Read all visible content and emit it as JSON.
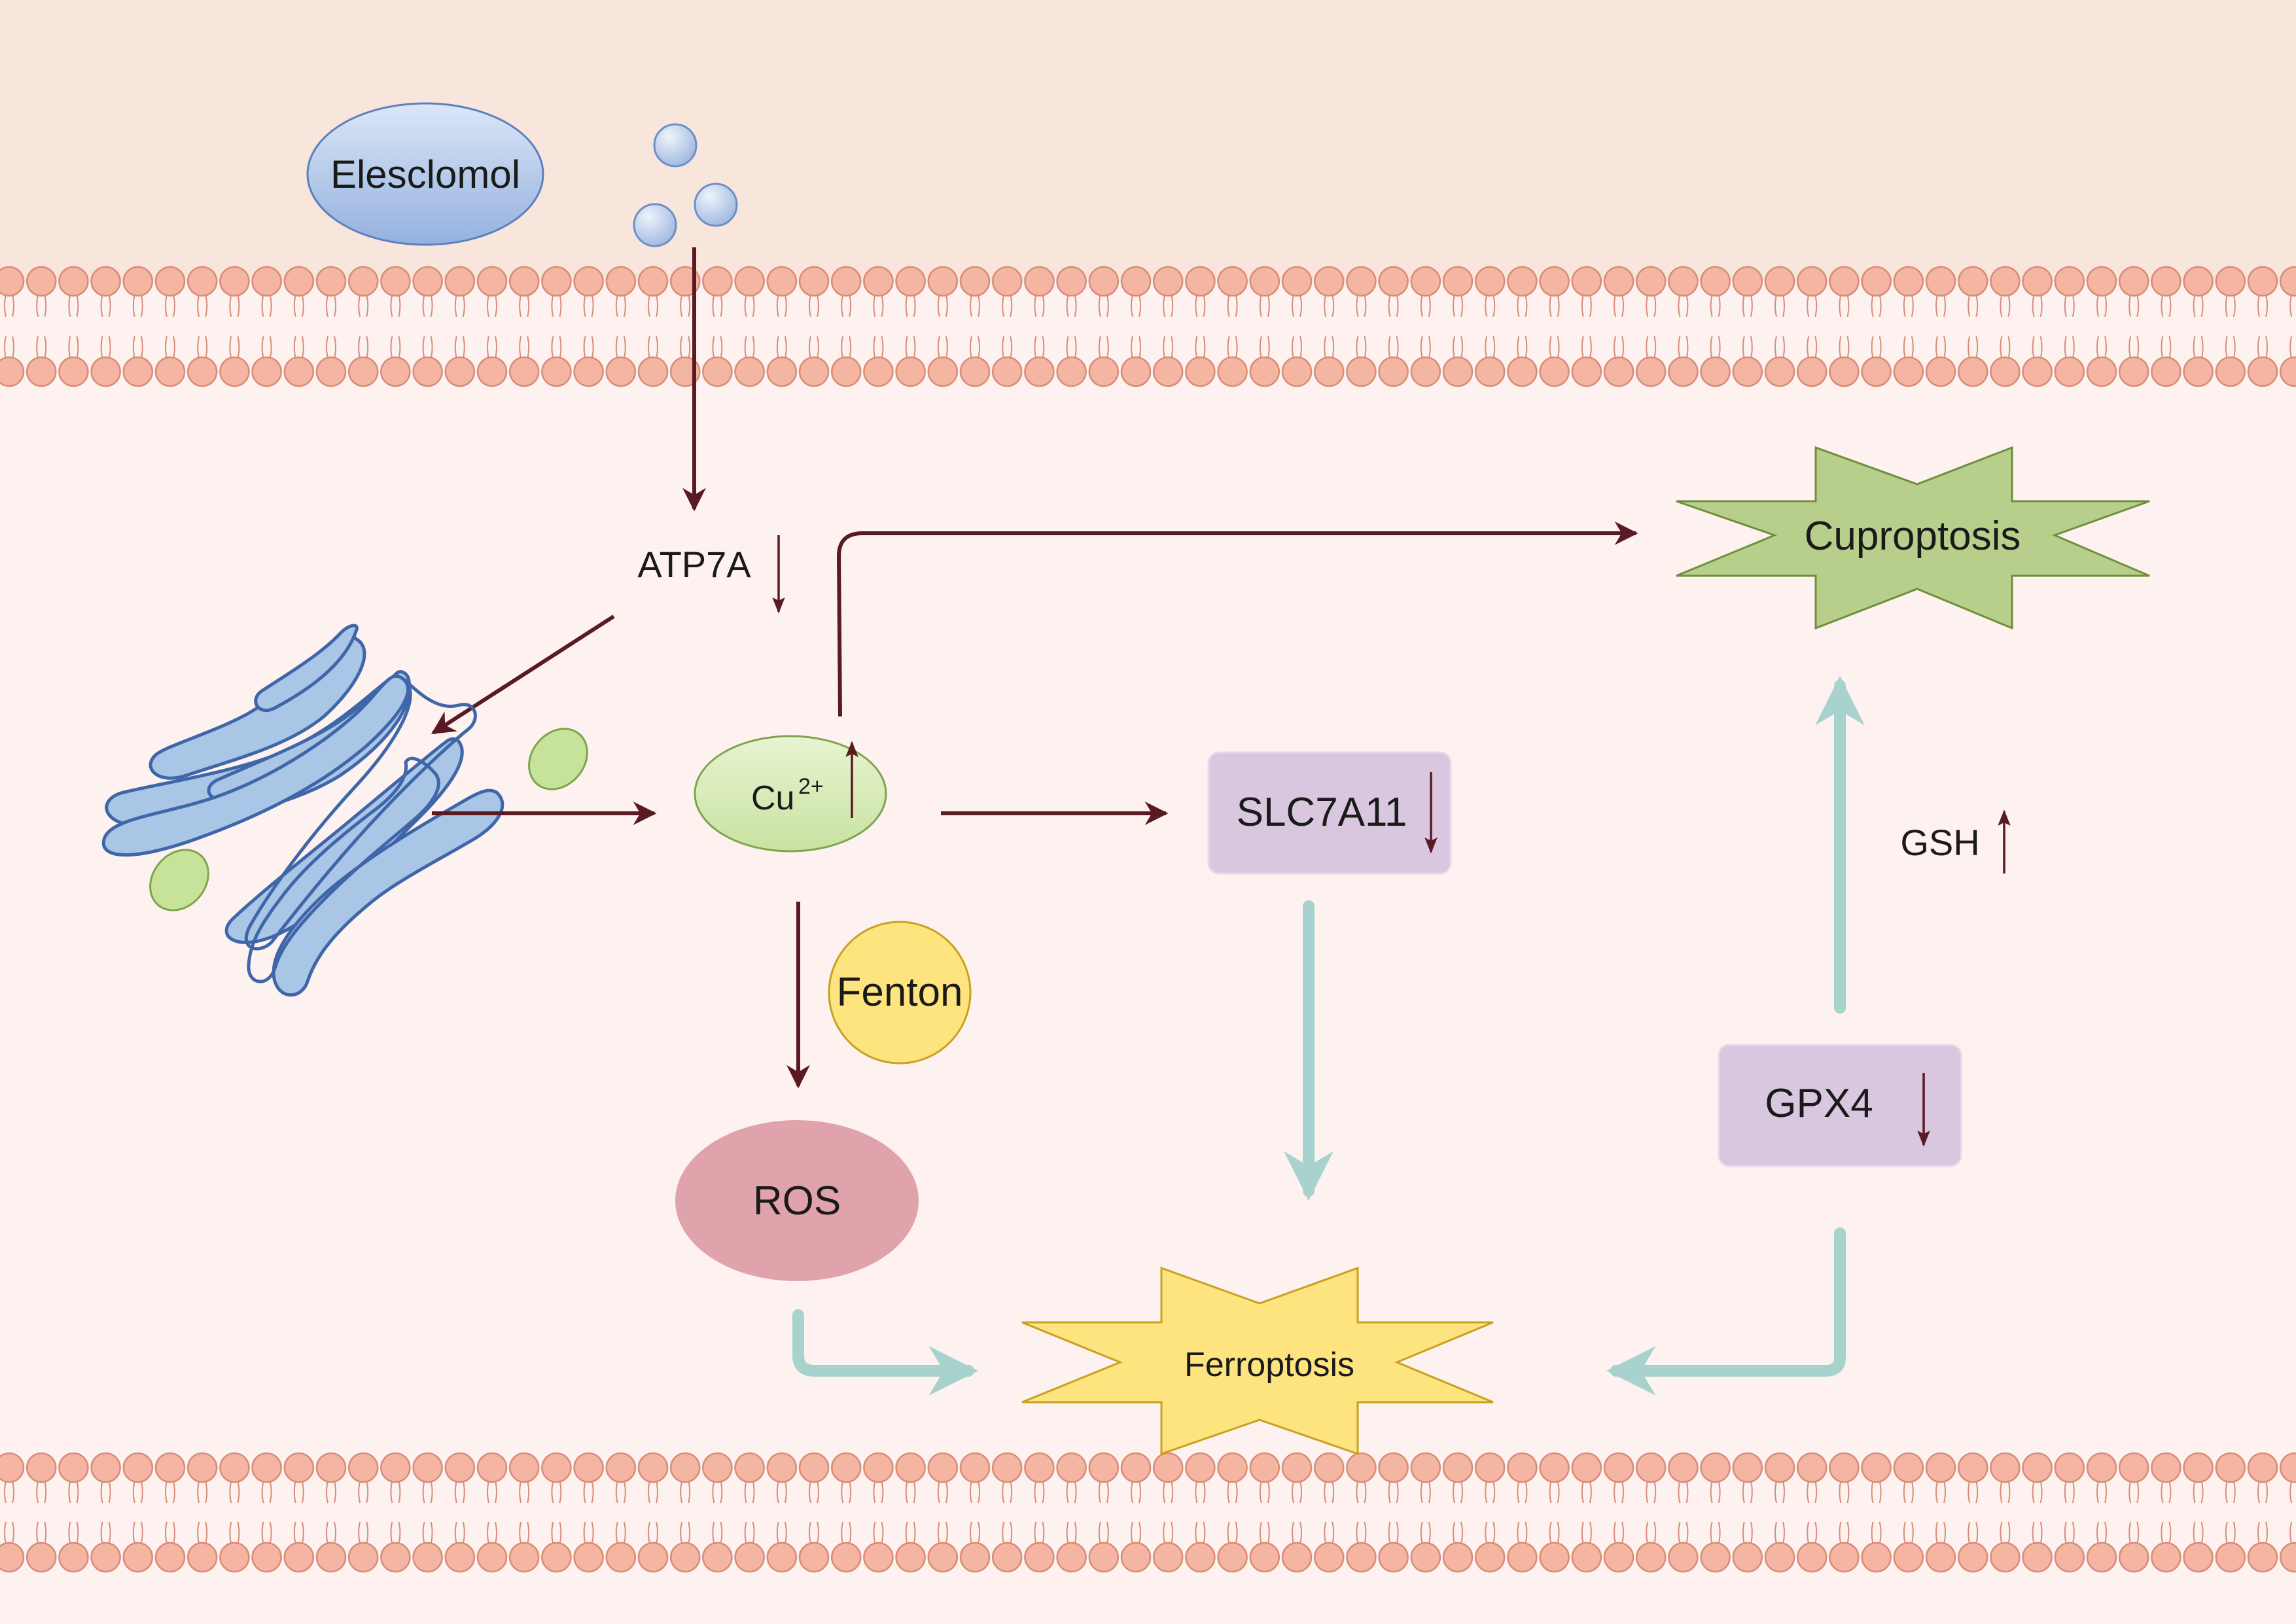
{
  "labels": {
    "elesclomol": "Elesclomol",
    "atp7a": "ATP7A",
    "cu": "Cu",
    "cu_charge": "2+",
    "slc7a11": "SLC7A11",
    "fenton": "Fenton",
    "ros": "ROS",
    "gsh": "GSH",
    "gpx4": "GPX4",
    "cuproptosis": "Cuproptosis",
    "ferroptosis": "Ferroptosis"
  },
  "indicators": {
    "atp7a": "down",
    "cu": "up",
    "slc7a11": "down",
    "gsh": "up",
    "gpx4": "down"
  },
  "colors": {
    "extracellular": "#f8e5db",
    "cytoplasm": "#fdf2f0",
    "membrane_head": "#f4b5a2",
    "membrane_head_stroke": "#d88d78",
    "dark_arrow": "#5a1a22",
    "teal_arrow": "#a8d2cd",
    "cuproptosis_fill": "#b8cf8c",
    "ferroptosis_fill": "#fde47f",
    "ros_fill": "#e1a3ab",
    "fenton_fill": "#fde47f",
    "protein_box": "#d9c7e0",
    "copper_fill": "#d7ebb4",
    "golgi_fill": "#a9c6e6",
    "elesclomol_fill": "#a8bfe5"
  }
}
